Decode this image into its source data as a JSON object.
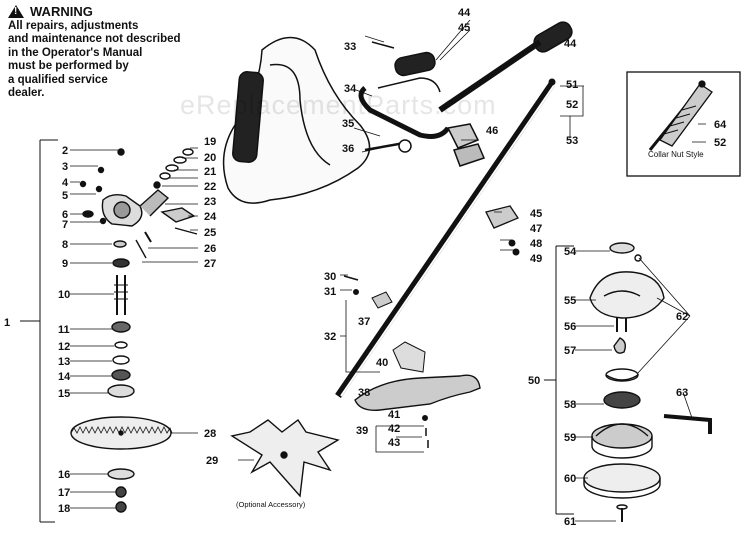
{
  "warning": {
    "title": "WARNING",
    "text": "All repairs, adjustments\nand maintenance not described\nin the Operator's Manual\nmust be performed by\na qualified service\ndealer."
  },
  "watermark": "eReplacementParts.com",
  "inset_caption": "Collar Nut Style",
  "optional_caption": "(Optional Accessory)",
  "callouts": [
    "1",
    "2",
    "3",
    "4",
    "5",
    "6",
    "7",
    "8",
    "9",
    "10",
    "11",
    "12",
    "13",
    "14",
    "15",
    "16",
    "17",
    "18",
    "19",
    "20",
    "21",
    "22",
    "23",
    "24",
    "25",
    "26",
    "27",
    "28",
    "29",
    "30",
    "31",
    "32",
    "33",
    "34",
    "35",
    "36",
    "37",
    "38",
    "39",
    "40",
    "41",
    "42",
    "43",
    "44",
    "44",
    "45",
    "45",
    "46",
    "47",
    "48",
    "49",
    "50",
    "51",
    "52",
    "52",
    "53",
    "54",
    "55",
    "56",
    "57",
    "58",
    "59",
    "60",
    "61",
    "62",
    "63",
    "64"
  ]
}
